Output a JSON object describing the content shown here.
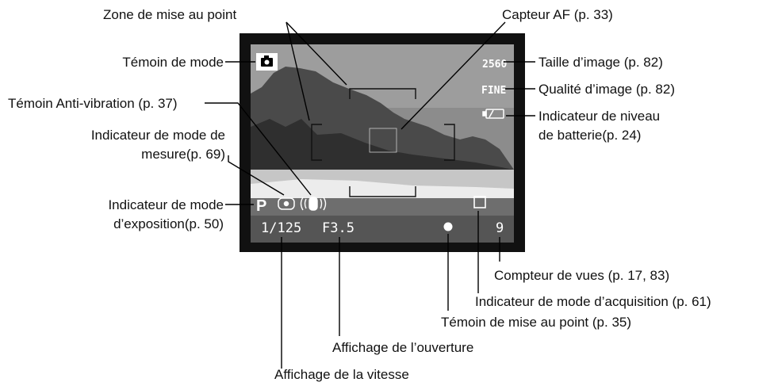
{
  "figure": {
    "callouts": {
      "focus_zone": "Zone de mise au point",
      "af_sensor": "Capteur AF (p. 33)",
      "mode_indicator": "Témoin de mode",
      "image_size": "Taille d’image (p. 82)",
      "image_quality": "Qualité d’image (p. 82)",
      "battery_line1": "Indicateur de niveau",
      "battery_line2": "de batterie(p. 24)",
      "anti_shake": "Témoin Anti-vibration (p. 37)",
      "metering_line1": "Indicateur de mode de",
      "metering_line2": "mesure(p. 69)",
      "exposure_line1": "Indicateur de mode",
      "exposure_line2": "d’exposition(p. 50)",
      "frame_counter": "Compteur de vues (p. 17, 83)",
      "drive_mode": "Indicateur de mode d’acquisition  (p. 61)",
      "focus_signal": "Témoin de mise au point (p. 35)",
      "aperture_display": "Affichage de l’ouverture",
      "shutter_display": "Affichage de la vitesse"
    },
    "osd": {
      "image_size": "2560",
      "quality": "FINE",
      "exposure_mode": "P",
      "shutter": "1/125",
      "aperture": "F3.5",
      "frames": "9"
    },
    "colors": {
      "frame": "#111111",
      "sky": "#8a8a8a",
      "mountain": "#4a4a4a",
      "sea": "#bfbfbf",
      "beach": "#e9e9e9"
    }
  }
}
